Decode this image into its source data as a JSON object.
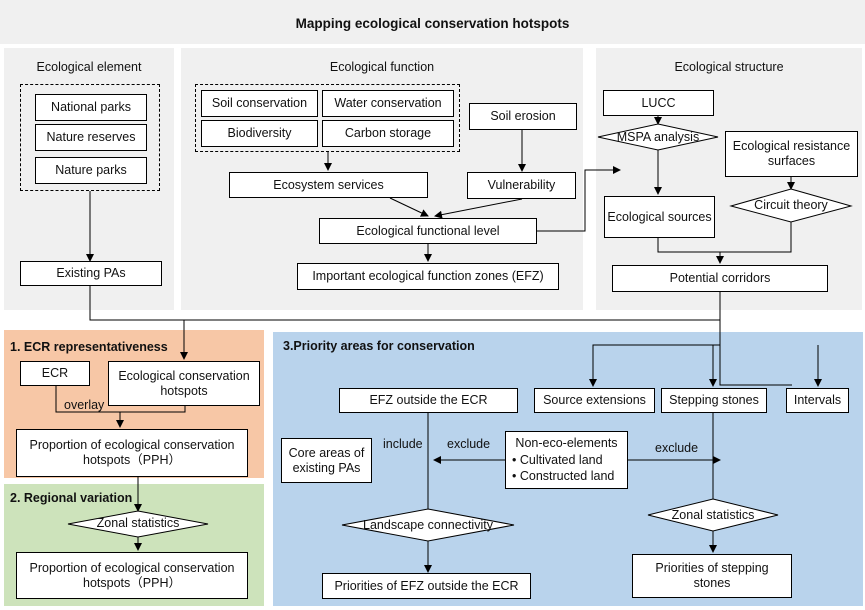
{
  "title": "Mapping ecological conservation hotspots",
  "element_panel": {
    "header": "Ecological element",
    "items": [
      "National parks",
      "Nature reserves",
      "Nature parks"
    ],
    "existing": "Existing PAs"
  },
  "function_panel": {
    "header": "Ecological function",
    "services": [
      "Soil conservation",
      "Water conservation",
      "Biodiversity",
      "Carbon storage"
    ],
    "soil_erosion": "Soil erosion",
    "ecosystem_services": "Ecosystem services",
    "vulnerability": "Vulnerability",
    "functional_level": "Ecological functional level",
    "efz": "Important ecological function zones (EFZ)"
  },
  "structure_panel": {
    "header": "Ecological structure",
    "lucc": "LUCC",
    "mspa": "MSPA analysis",
    "resistance": "Ecological resistance surfaces",
    "circuit": "Circuit theory",
    "sources": "Ecological sources",
    "corridors": "Potential corridors"
  },
  "ecr_panel": {
    "header": "1. ECR representativeness",
    "ecr": "ECR",
    "hotspots": "Ecological conservation hotspots",
    "overlay": "overlay",
    "pph": "Proportion of ecological conservation hotspots（PPH）"
  },
  "regional_panel": {
    "header": "2. Regional variation",
    "zonal": "Zonal statistics",
    "pph": "Proportion of ecological conservation hotspots（PPH）"
  },
  "priority_panel": {
    "header": "3.Priority areas for conservation",
    "efz_outside": "EFZ outside the ECR",
    "source_ext": "Source extensions",
    "stepping": "Stepping stones",
    "intervals": "Intervals",
    "core_areas": "Core areas of existing PAs",
    "include": "include",
    "exclude_left": "exclude",
    "exclude_right": "exclude",
    "non_eco_title": "Non-eco-elements",
    "non_eco_items": [
      "Cultivated land",
      "Constructed land"
    ],
    "connectivity": "Landscape connectivity",
    "zonal": "Zonal statistics",
    "priority_efz": "Priorities of EFZ outside the ECR",
    "priority_stepping": "Priorities of stepping stones"
  },
  "colors": {
    "panel_gray": "#f0f0f0",
    "panel_orange": "#f7c7a6",
    "panel_green": "#cde3bb",
    "panel_blue": "#b9d3ec"
  }
}
